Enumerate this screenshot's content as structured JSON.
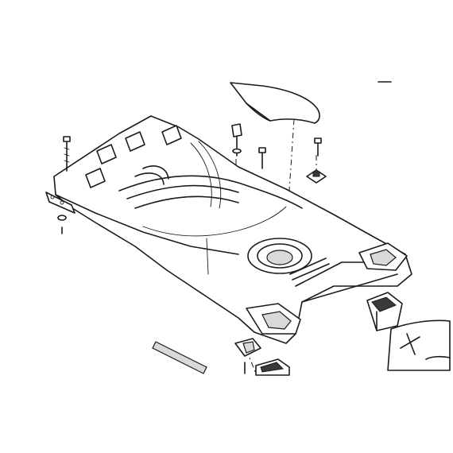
{
  "figure": {
    "kind": "exploded-assembly-line-drawing",
    "colors": {
      "line": "#1a1a1a",
      "background": "#ffffff",
      "shade": "#d9d9d9"
    },
    "parts": [
      "seat-cover-panel",
      "main-frame-tray",
      "left-screw",
      "top-screws",
      "clip-nut",
      "rear-bracket",
      "front-mount-block",
      "logo-panel",
      "seal-strip",
      "small-bracket"
    ]
  }
}
